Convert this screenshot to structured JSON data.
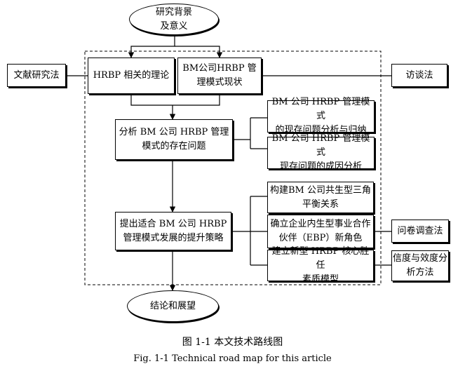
{
  "nodes": {
    "background": "研究背景\n及意义",
    "literature_method": "文献研究法",
    "hrbp_theory": "HRBP 相关的理论",
    "bm_status": "BM公司HRBP 管\n理模式现状",
    "interview_method": "访谈法",
    "analyze_problems": "分析 BM 公司 HRBP 管理\n模式的存在问题",
    "problems_summary": "BM 公司 HRBP 管理模式\n的现存问题分析与归纳",
    "causes_analysis": "BM 公司 HRBP 管理模式\n现存问题的成因分析",
    "strategies": "提出适合 BM 公司 HRBP\n管理模式发展的提升策略",
    "symbiotic_triangle": "构建BM 公司共生型三角\n平衡关系",
    "ebp_role": "确立企业内生型事业合作\n伙伴（EBP）新角色",
    "questionnaire_method": "问卷调查法",
    "competency_model": "建立新型 HRBP 核心胜任\n素质模型",
    "reliability_method": "信度与效度分\n析方法",
    "conclusion": "结论和展望"
  },
  "caption": {
    "zh": "图  1-1  本文技术路线图",
    "en": "Fig. 1-1 Technical road map for this article"
  }
}
